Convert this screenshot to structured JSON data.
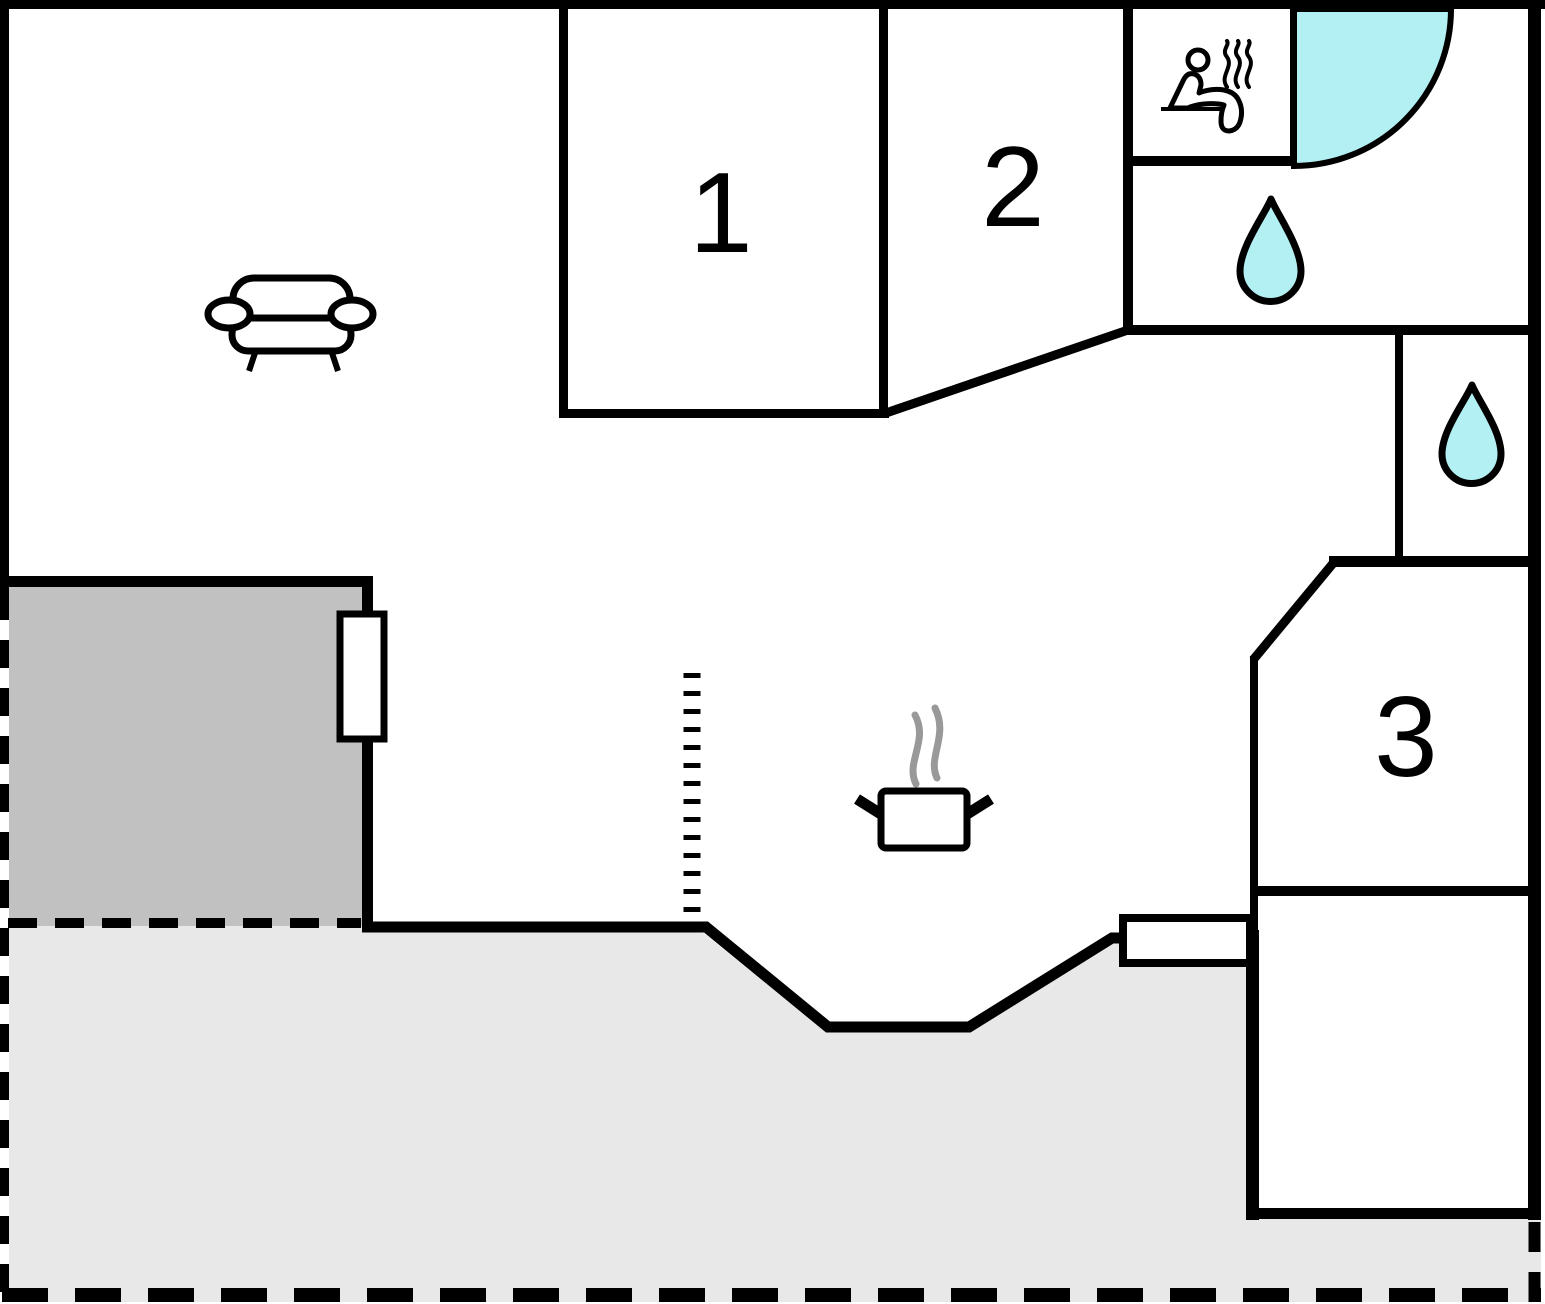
{
  "plan": {
    "type": "floor-plan",
    "rooms": [
      {
        "id": "room-1",
        "label": "1"
      },
      {
        "id": "room-2",
        "label": "2"
      },
      {
        "id": "room-3",
        "label": "3"
      }
    ],
    "areas": [
      {
        "id": "terrace-covered",
        "shade": "dark-gray"
      },
      {
        "id": "terrace-open",
        "shade": "light-gray"
      }
    ],
    "icons": [
      {
        "id": "sofa-icon"
      },
      {
        "id": "sauna-icon"
      },
      {
        "id": "shower-corner-icon"
      },
      {
        "id": "water-drop-icon-bathroom"
      },
      {
        "id": "water-drop-icon-wc"
      },
      {
        "id": "cooking-pot-icon"
      },
      {
        "id": "window-icon"
      },
      {
        "id": "patio-door-icon"
      }
    ],
    "colors": {
      "wall": "#000000",
      "water": "#b2f0f4",
      "terrace_dark": "#c1c1c1",
      "terrace_light": "#e8e8e8",
      "steam": "#999999",
      "background": "#ffffff"
    }
  }
}
